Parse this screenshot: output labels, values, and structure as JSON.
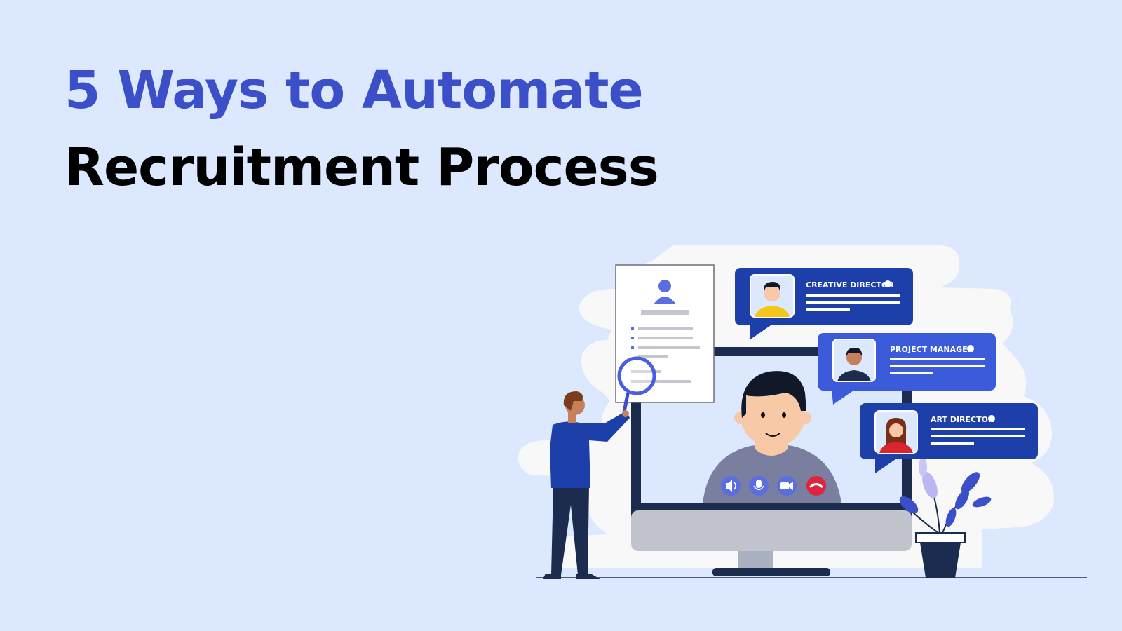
{
  "title": {
    "line1": "5 Ways to Automate",
    "line2": "Recruitment Process"
  },
  "colors": {
    "background": "#dce8fe",
    "accent": "#3b50c8",
    "heading_dark": "#000000",
    "bubble": "#1c3faa",
    "cloud": "#f9f8f8",
    "call_end": "#e0233c"
  },
  "video_call": {
    "controls": [
      {
        "icon": "speaker-icon"
      },
      {
        "icon": "microphone-icon"
      },
      {
        "icon": "video-camera-icon"
      },
      {
        "icon": "end-call-icon"
      }
    ]
  },
  "chat_bubbles": [
    {
      "label": "CREATIVE DIRECTOR",
      "avatar": "man-yellow-shirt-avatar"
    },
    {
      "label": "PROJECT MANAGER",
      "avatar": "man-dark-shirt-avatar"
    },
    {
      "label": "ART DIRECTOR",
      "avatar": "woman-red-shirt-avatar"
    }
  ]
}
